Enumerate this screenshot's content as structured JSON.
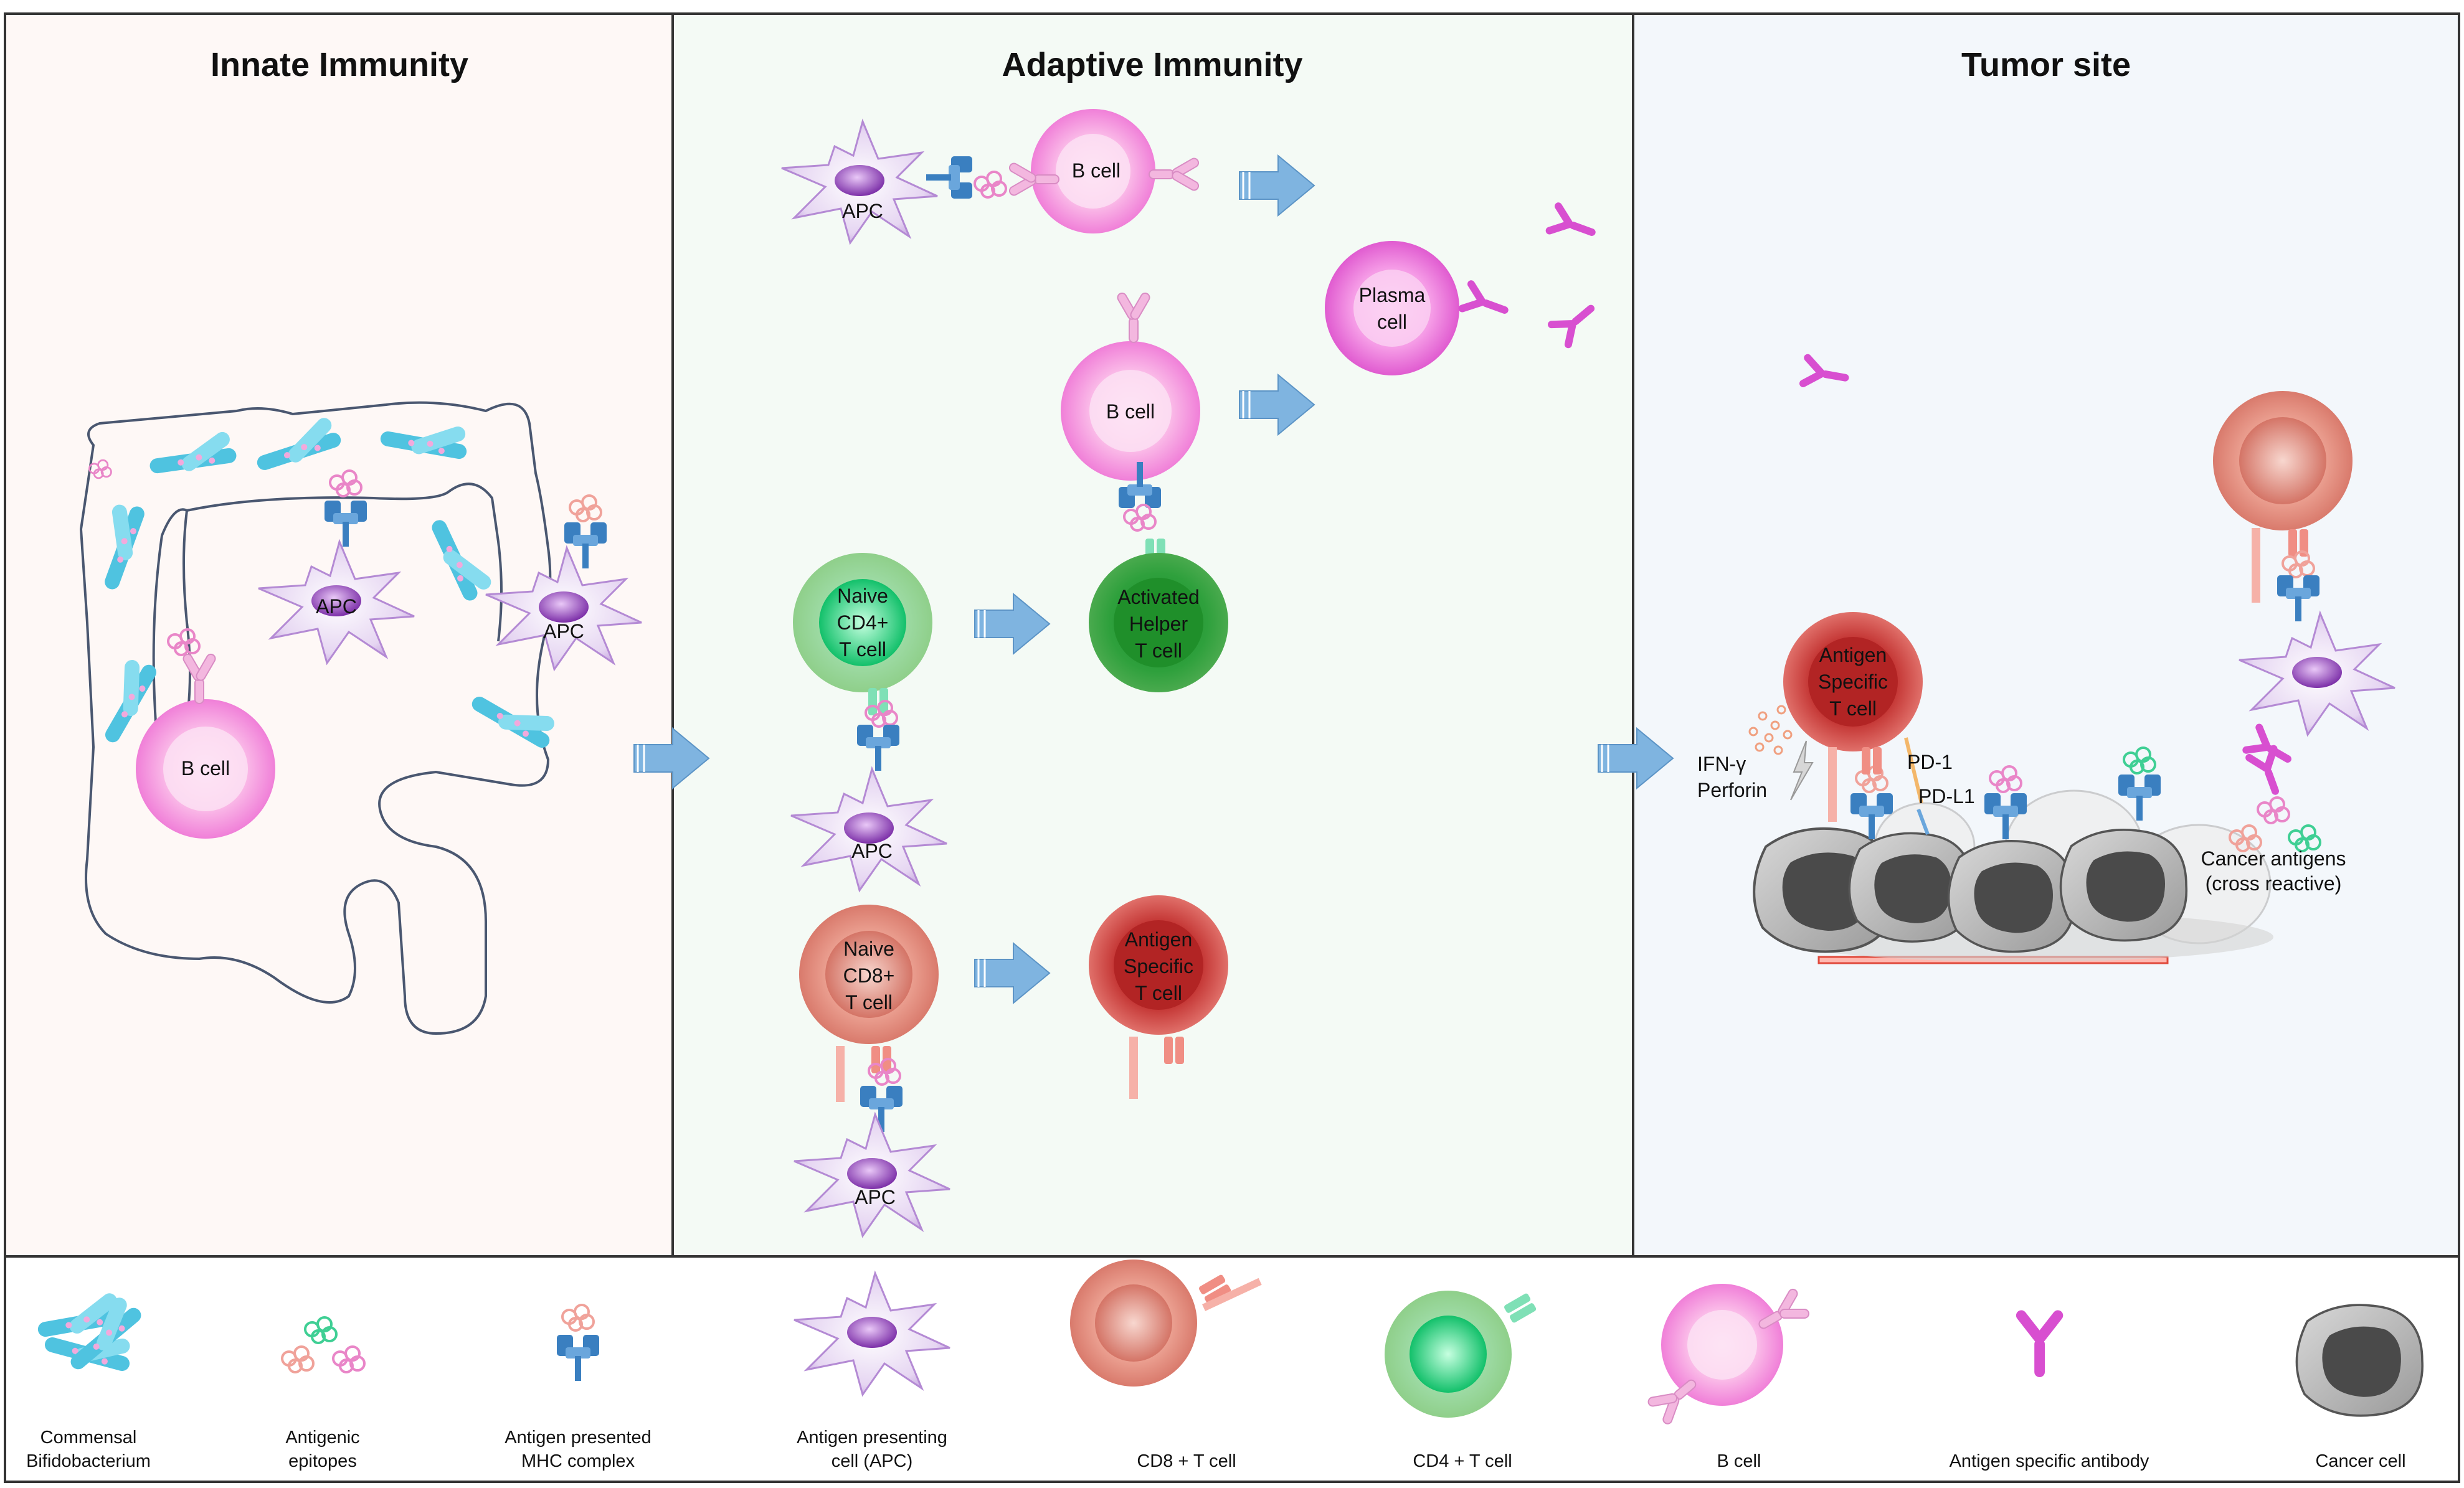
{
  "panels": {
    "innate": {
      "title": "Innate Immunity"
    },
    "adaptive": {
      "title": "Adaptive Immunity"
    },
    "tumor": {
      "title": "Tumor site"
    }
  },
  "cells": {
    "apc": "APC",
    "b_cell": "B cell",
    "plasma": [
      "Plasma",
      "cell"
    ],
    "naive_cd4": [
      "Naive",
      "CD4+",
      "T cell"
    ],
    "activated_helper": [
      "Activated",
      "Helper",
      "T cell"
    ],
    "naive_cd8": [
      "Naive",
      "CD8+",
      "T cell"
    ],
    "antigen_specific": [
      "Antigen",
      "Specific",
      "T cell"
    ]
  },
  "tumor_labels": {
    "ifn": "IFN-γ",
    "perforin": "Perforin",
    "pd1": "PD-1",
    "pdl1": "PD-L1",
    "cancer_antigens": [
      "Cancer antigens",
      "(cross reactive)"
    ]
  },
  "legend": {
    "commensal": [
      "Commensal",
      "Bifidobacterium"
    ],
    "epitopes": [
      "Antigenic",
      "epitopes"
    ],
    "mhc": [
      "Antigen presented",
      "MHC complex"
    ],
    "apc": [
      "Antigen presenting",
      "cell (APC)"
    ],
    "cd8": "CD8 + T cell",
    "cd4": "CD4 + T cell",
    "bcell": "B cell",
    "antibody": "Antigen specific antibody",
    "cancer": "Cancer cell"
  },
  "colors": {
    "innate_bg": "#fef8f6",
    "adaptive_bg": "#f4faf5",
    "tumor_bg": "#f3f7fb",
    "arrow": "#7fb4e0",
    "antibody": "#d84fd0",
    "bacteria": "#4fc3e0"
  }
}
